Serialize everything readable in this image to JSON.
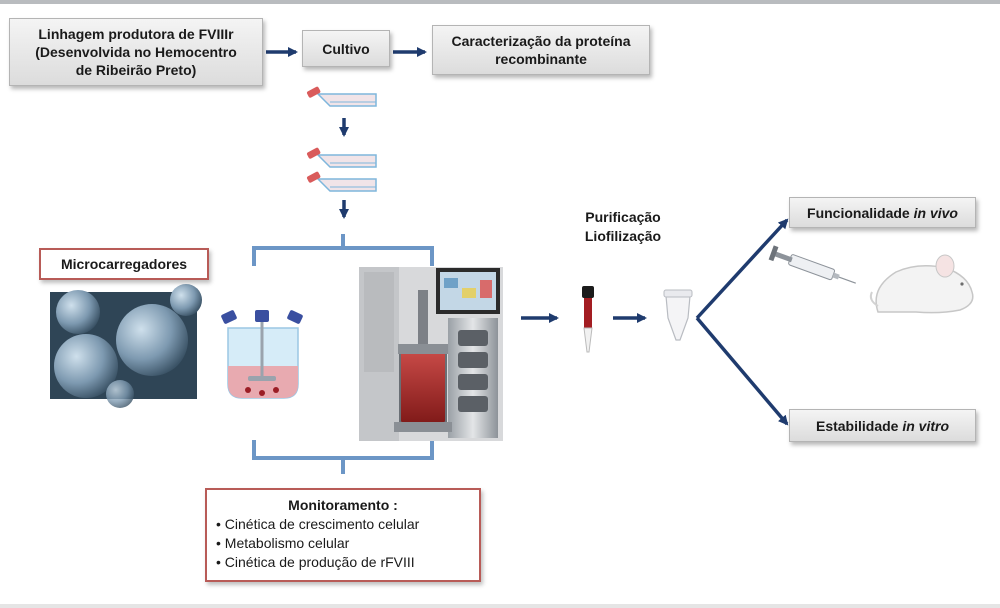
{
  "boxes": {
    "lineage": [
      "Linhagem produtora de FVIIIr",
      "(Desenvolvida no Hemocentro",
      "de Ribeirão Preto)"
    ],
    "culture": "Cultivo",
    "characterization": [
      "Caracterização da proteína",
      "recombinante"
    ],
    "microcarriers": "Microcarregadores",
    "purification": [
      "Purificação",
      "Liofilização"
    ],
    "functionality": {
      "text": "Funcionalidade ",
      "italic": "in vivo"
    },
    "stability": {
      "text": "Estabilidade ",
      "italic": "in vitro"
    }
  },
  "monitoring": {
    "title": "Monitoramento :",
    "items": [
      "Cinética de crescimento celular",
      "Metabolismo celular",
      "Cinética de produção de rFVIII"
    ]
  },
  "colors": {
    "arrow": "#1f3b6e",
    "bracket": "#6c96c6",
    "box_border_red": "#b85b57",
    "flask_pink": "#d9a3a8"
  },
  "icons": [
    "culture-flask-icon",
    "spinner-flask-icon",
    "bioreactor-image",
    "microcarrier-image",
    "syringe-icon",
    "mouse-icon",
    "vial-icon",
    "microtube-icon"
  ]
}
